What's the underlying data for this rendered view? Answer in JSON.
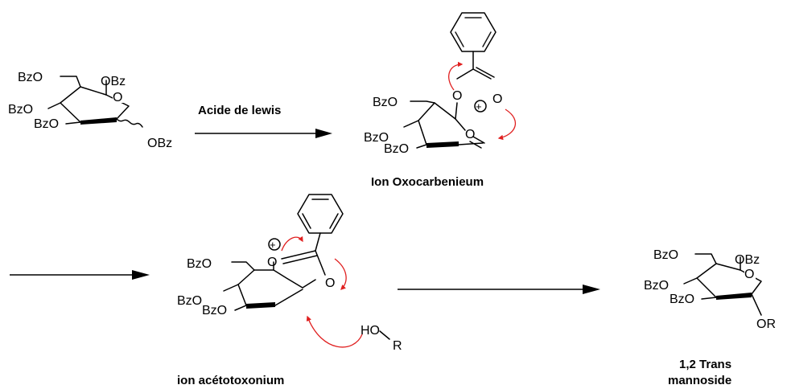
{
  "labels": {
    "reagent": "Acide de lewis",
    "oxocarbenium": "Ion Oxocarbenieum",
    "acetoxonium": "ion acétotoxonium",
    "product_line1": "1,2 Trans",
    "product_line2": "mannoside"
  },
  "atoms": {
    "bzo": "BzO",
    "obz": "OBz",
    "o": "O",
    "ho": "HO",
    "r": "R",
    "or": "OR",
    "plus": "+"
  },
  "colors": {
    "ink": "#000000",
    "curly_arrow": "#e02020"
  }
}
